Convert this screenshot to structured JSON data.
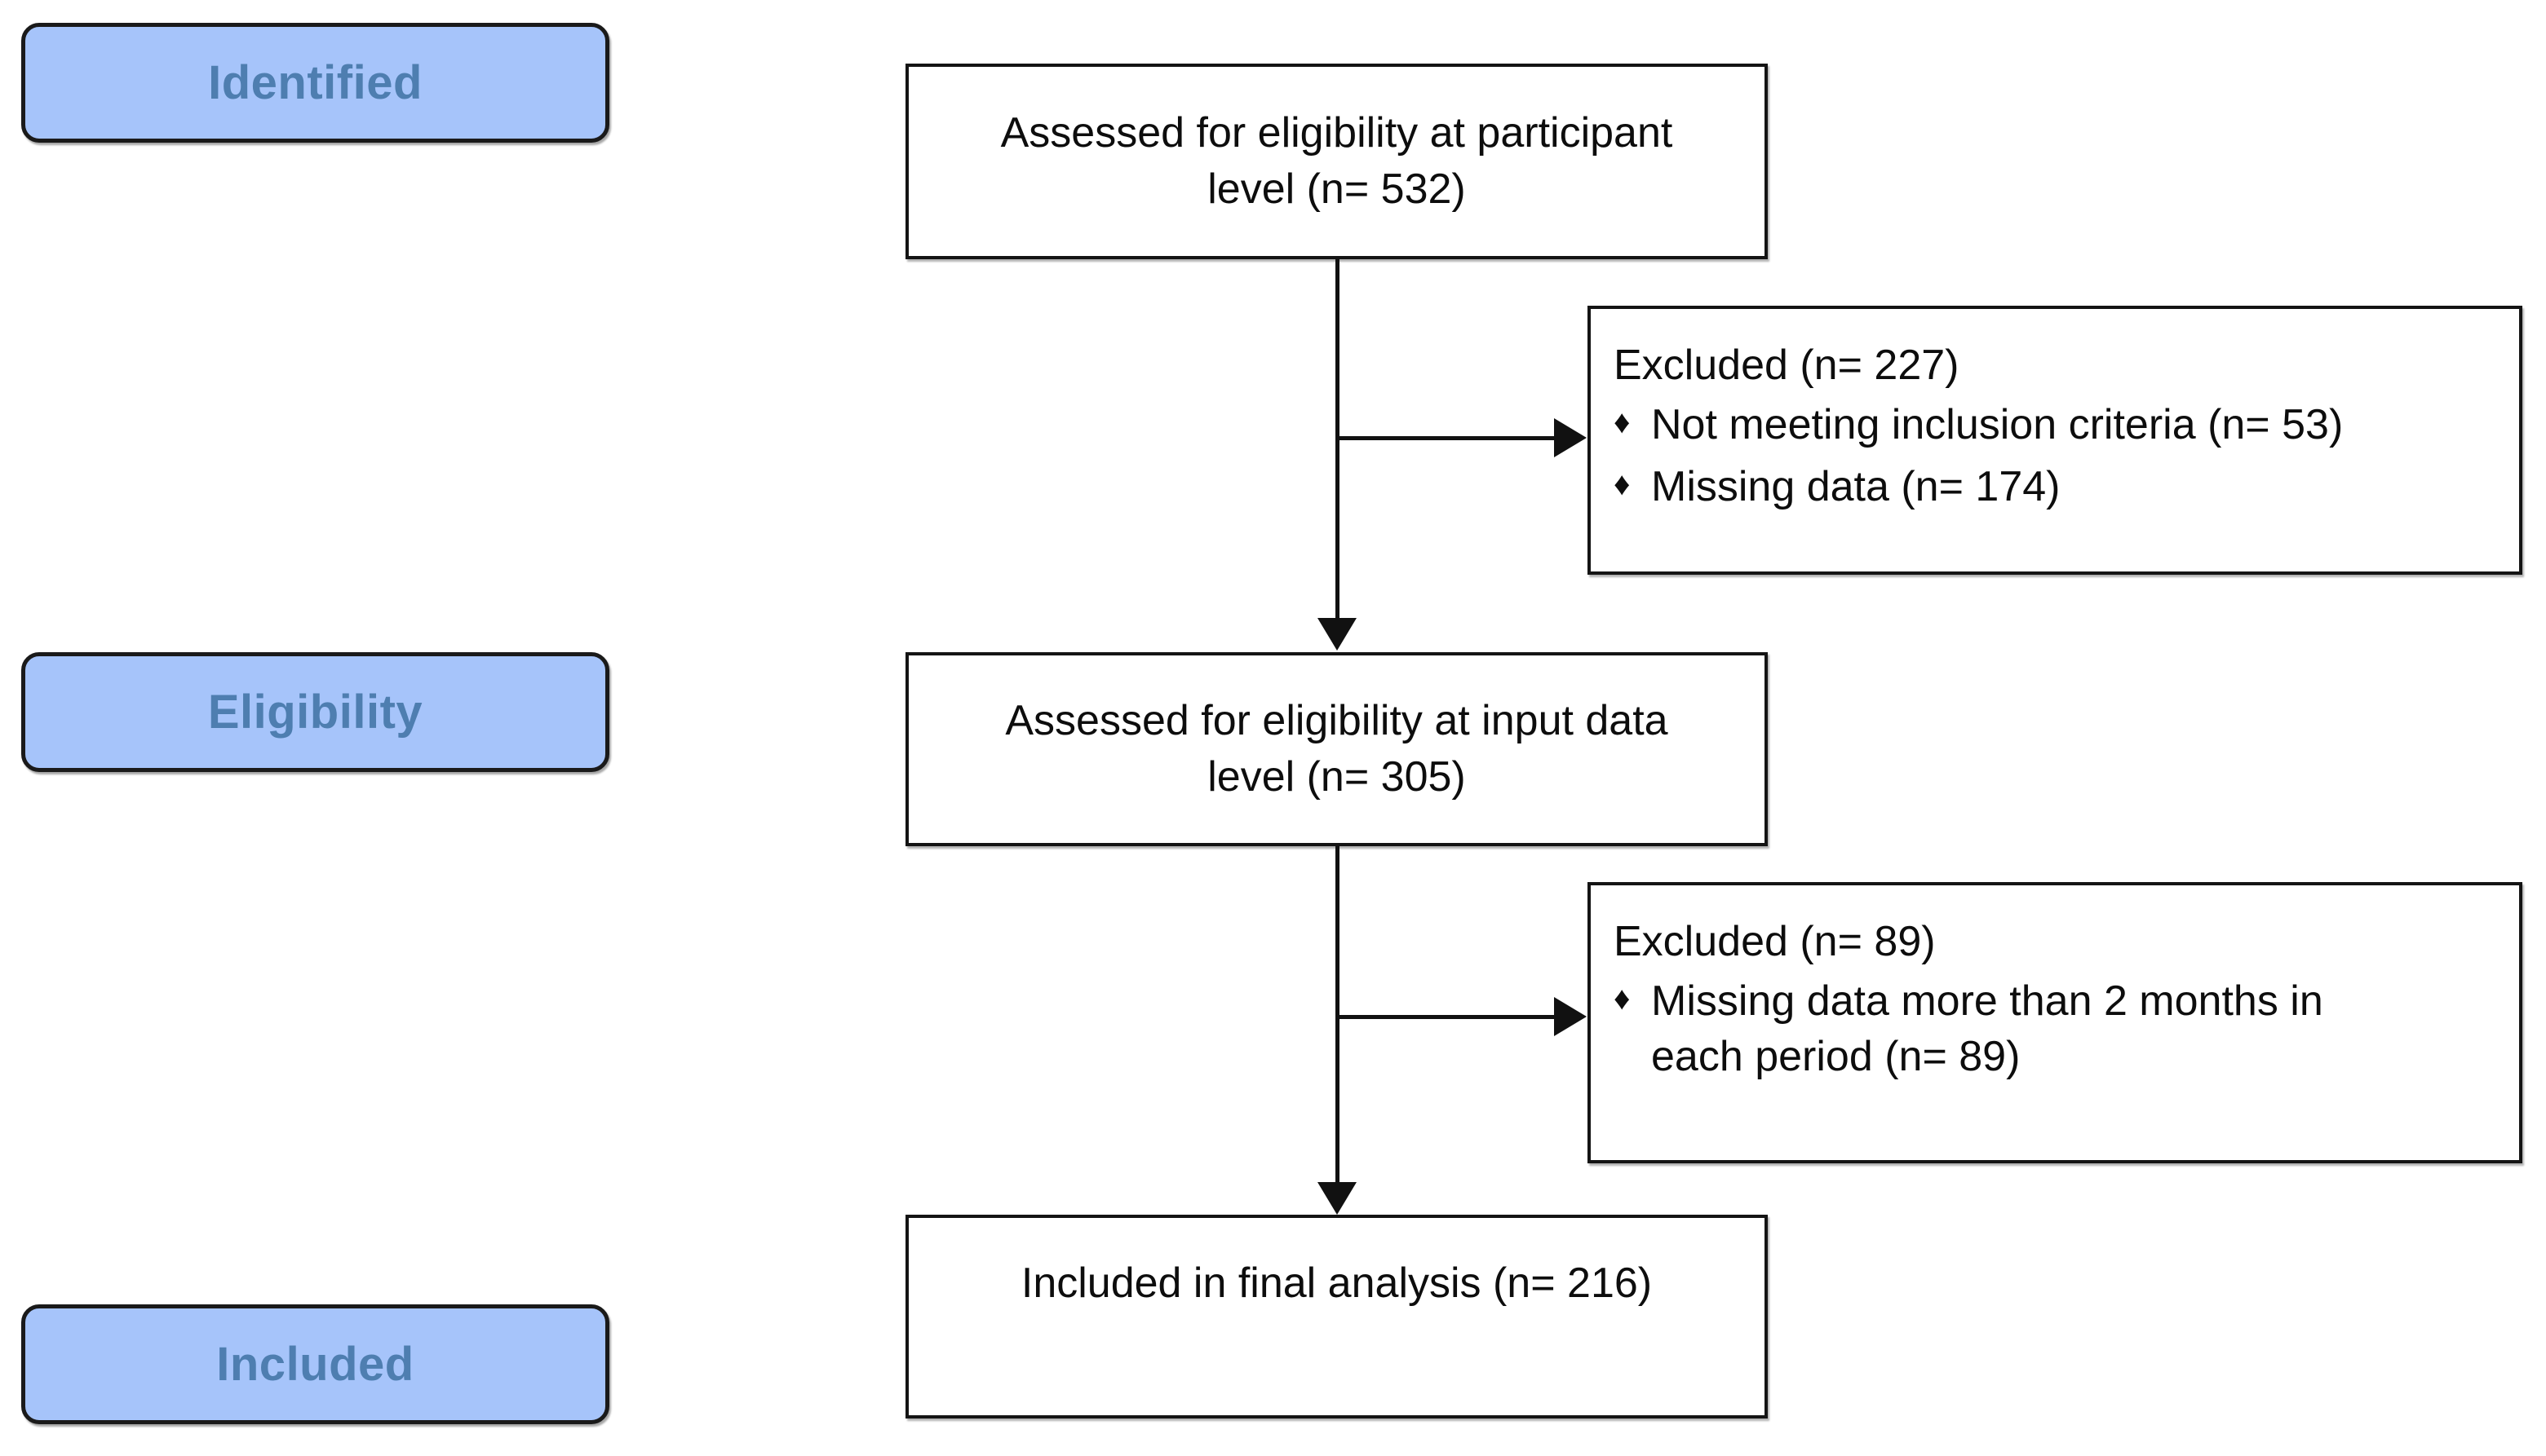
{
  "diagram": {
    "type": "prisma-flow-diagram",
    "stages": [
      {
        "id": "identified",
        "label": "Identified"
      },
      {
        "id": "eligibility",
        "label": "Eligibility"
      },
      {
        "id": "included",
        "label": "Included"
      }
    ],
    "flow_boxes": [
      {
        "id": "assessed-participant",
        "text": "Assessed for eligibility at participant\nlevel (n= 532)",
        "count": 532
      },
      {
        "id": "assessed-input",
        "text": "Assessed for eligibility at input data\nlevel (n= 305)",
        "count": 305
      },
      {
        "id": "included-final",
        "text": "Included in final analysis (n= 216)",
        "count": 216
      }
    ],
    "exclusion_boxes": [
      {
        "id": "excluded-1",
        "title": "Excluded (n= 227)",
        "count": 227,
        "bullet_glyph": "♦",
        "items": [
          {
            "text": "Not meeting inclusion criteria (n= 53)",
            "count": 53
          },
          {
            "text": "Missing data (n= 174)",
            "count": 174
          }
        ]
      },
      {
        "id": "excluded-2",
        "title": "Excluded (n= 89)",
        "count": 89,
        "bullet_glyph": "♦",
        "items": [
          {
            "text": "Missing data more than 2 months in\neach period (n= 89)",
            "count": 89
          }
        ]
      }
    ],
    "colors": {
      "stage_fill": "#a6c4fa",
      "stage_text": "#4e7eb0",
      "box_border": "#141414",
      "box_fill": "#ffffff",
      "connector": "#111111",
      "body_text": "#0d0d0d"
    }
  }
}
